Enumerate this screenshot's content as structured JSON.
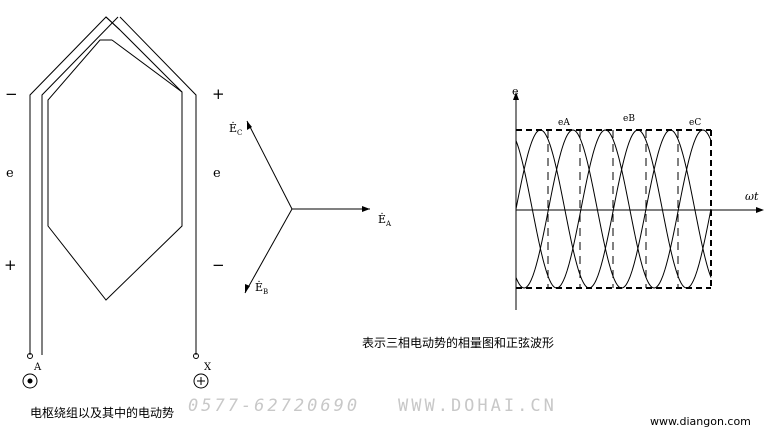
{
  "winding": {
    "left_top_sign": "−",
    "left_mid_label": "e",
    "left_bottom_sign": "+",
    "right_top_sign": "+",
    "right_mid_label": "e",
    "right_bottom_sign": "−",
    "terminal_a": "A",
    "terminal_x": "X",
    "caption": "电枢绕组以及其中的电动势"
  },
  "phasor": {
    "label_c": "Ė",
    "label_c_sub": "C",
    "label_a": "Ė",
    "label_a_sub": "A",
    "label_b": "Ė",
    "label_b_sub": "B"
  },
  "waveform": {
    "y_axis_label": "e",
    "x_axis_label": "ωt",
    "series_labels": [
      "eA",
      "eB",
      "eC"
    ],
    "caption": "表示三相电动势的相量图和正弦波形"
  },
  "watermarks": {
    "phone": "0577-62720690",
    "site1": "WWW.DOHAI.CN",
    "site2": "www.diangon.com"
  }
}
